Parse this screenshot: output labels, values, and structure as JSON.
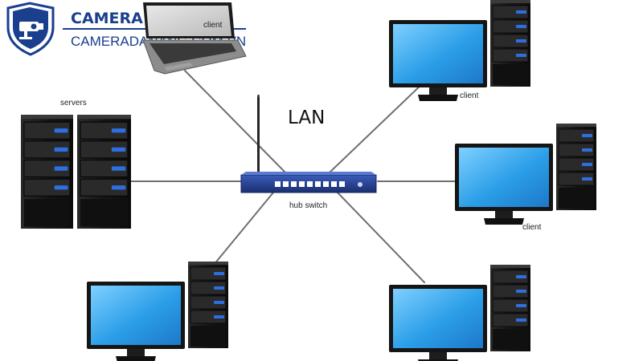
{
  "logo": {
    "title": "CAMERA GIÁM SÁT",
    "subtitle": "CAMERADANANG.COM.VN",
    "brand_color": "#1a3f8f",
    "icon": "camera-shield-icon"
  },
  "diagram": {
    "title": "LAN",
    "center": {
      "label": "hub switch",
      "icon": "router-switch-icon"
    },
    "nodes": [
      {
        "id": "laptop",
        "label": "client",
        "icon": "laptop-icon"
      },
      {
        "id": "servers",
        "label": "servers",
        "icon": "server-rack-icon"
      },
      {
        "id": "client-top-right",
        "label": "client",
        "icon": "desktop-computer-icon"
      },
      {
        "id": "client-mid-right",
        "label": "client",
        "icon": "desktop-computer-icon"
      },
      {
        "id": "client-bottom-left",
        "label": "",
        "icon": "desktop-computer-icon"
      },
      {
        "id": "client-bottom-right",
        "label": "",
        "icon": "desktop-computer-icon"
      }
    ],
    "connections": [
      [
        "hub",
        "laptop"
      ],
      [
        "hub",
        "servers"
      ],
      [
        "hub",
        "client-top-right"
      ],
      [
        "hub",
        "client-mid-right"
      ],
      [
        "hub",
        "client-bottom-left"
      ],
      [
        "hub",
        "client-bottom-right"
      ]
    ],
    "colors": {
      "cable": "#6f6f6f",
      "switch": "#243f8f",
      "screen": "#2b9ee8",
      "tower": "#1a1a1a",
      "led": "#2d6fe0"
    }
  }
}
